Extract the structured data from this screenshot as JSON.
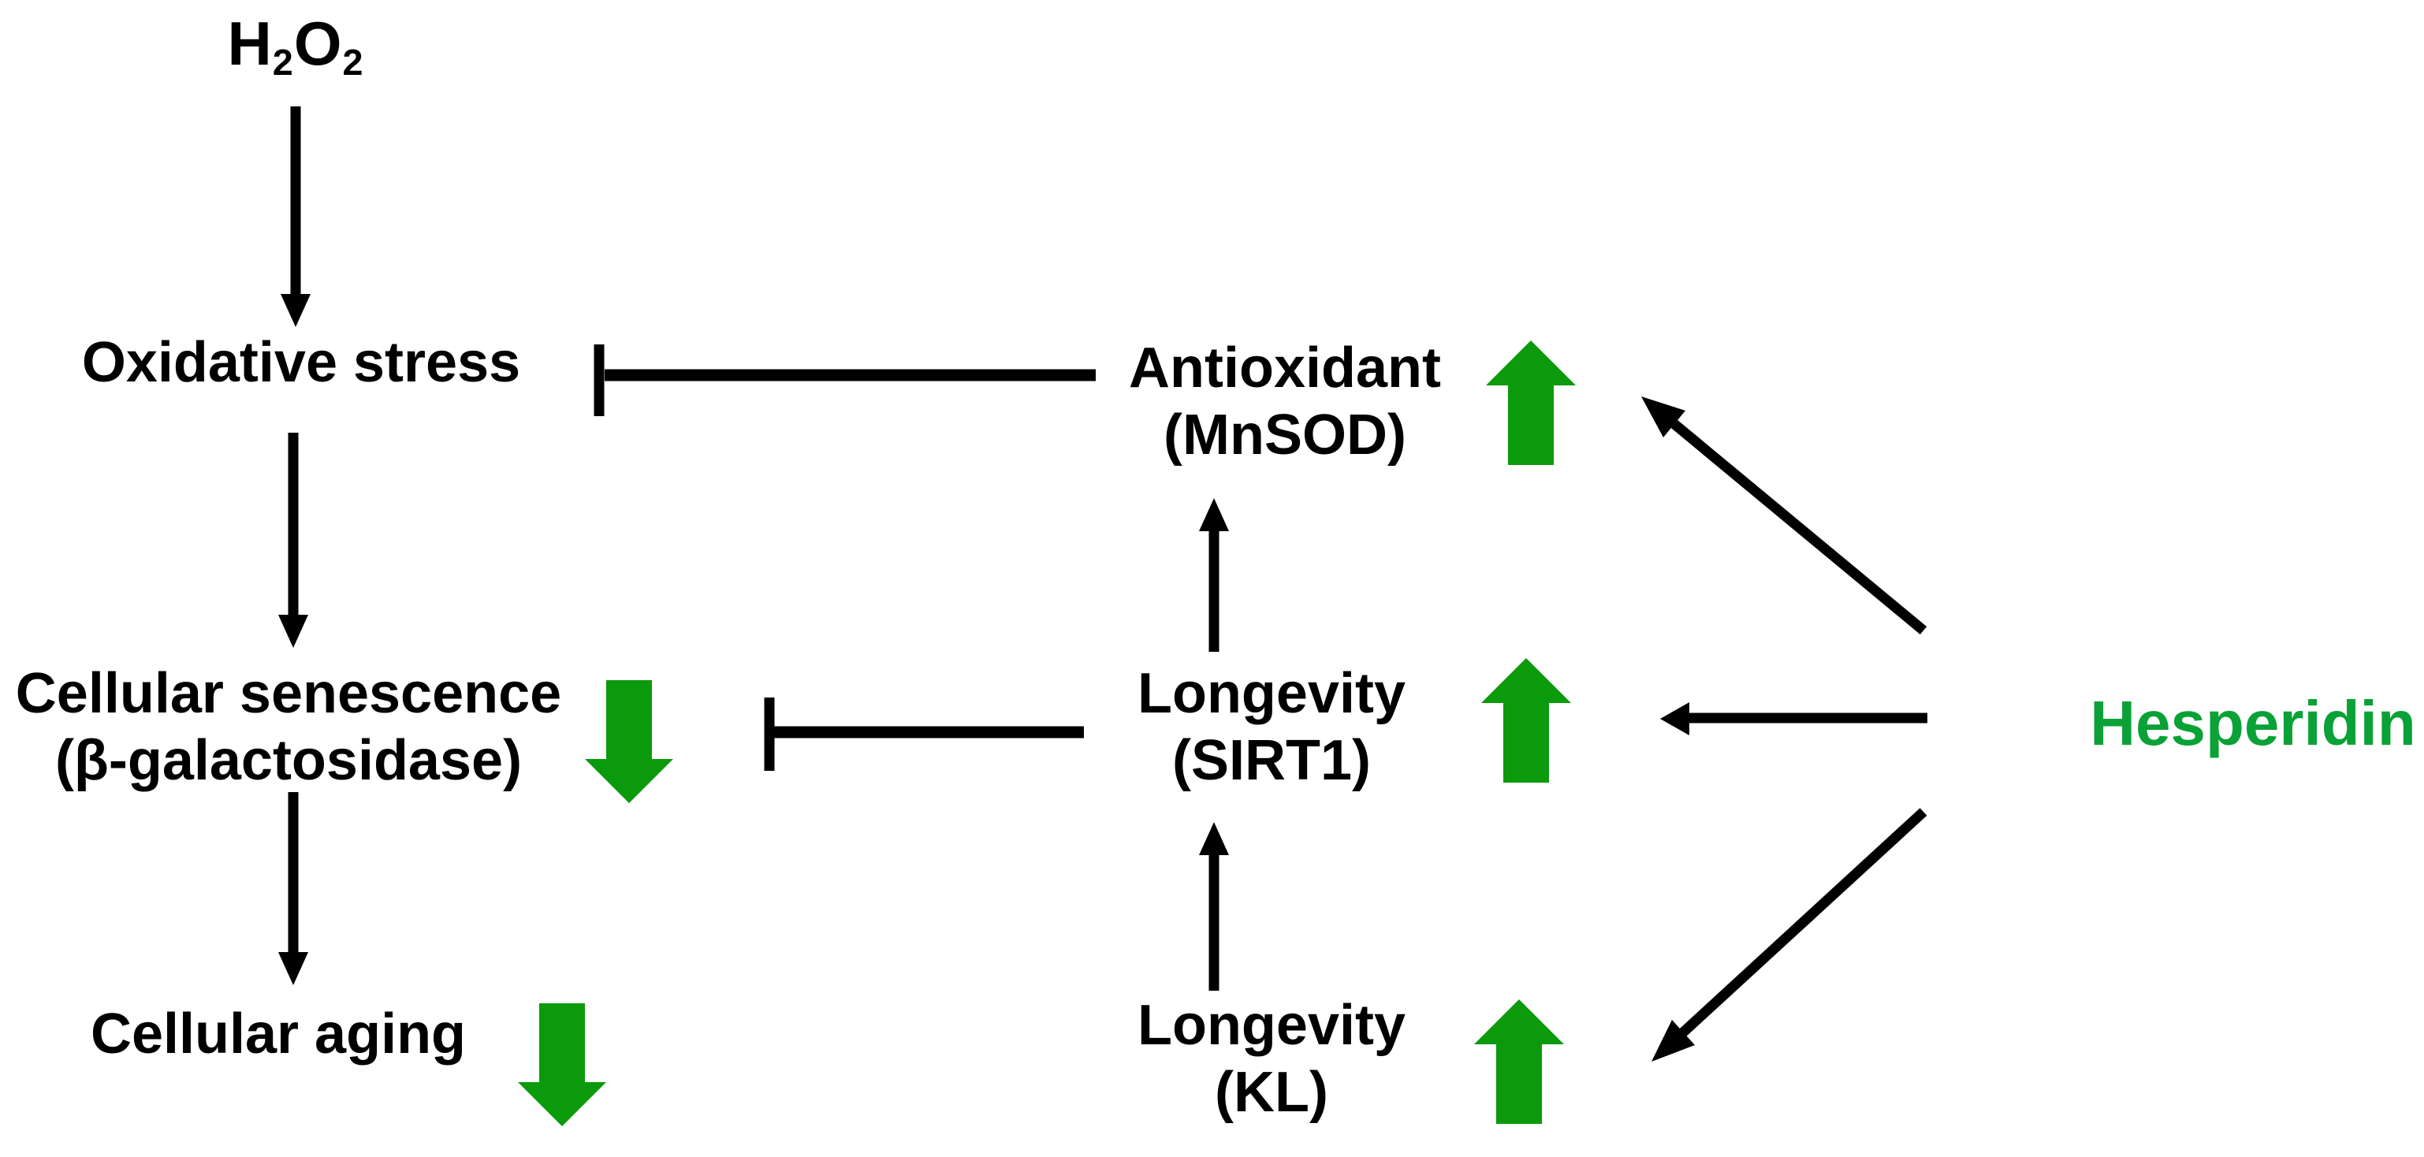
{
  "colors": {
    "ink": "#000000",
    "arrow_green": "#0b9a0b",
    "hesperidin_green": "#0aa136",
    "background": "#ffffff"
  },
  "nodes": {
    "h2o2": {
      "base1": "H",
      "sub1": "2",
      "base2": "O",
      "sub2": "2"
    },
    "oxidative_stress": {
      "label": "Oxidative stress"
    },
    "cellular_senescence": {
      "line1": "Cellular senescence",
      "line2": "(β-galactosidase)"
    },
    "cellular_aging": {
      "label": "Cellular aging"
    },
    "antioxidant": {
      "line1": "Antioxidant",
      "line2": "(MnSOD)"
    },
    "longevity_sirt1": {
      "line1": "Longevity",
      "line2": "(SIRT1)"
    },
    "longevity_kl": {
      "line1": "Longevity",
      "line2": "(KL)"
    },
    "hesperidin": {
      "label": "Hesperidin"
    }
  },
  "relationships": [
    {
      "from": "H2O2",
      "to": "Oxidative stress",
      "type": "activation"
    },
    {
      "from": "Oxidative stress",
      "to": "Cellular senescence (β-galactosidase)",
      "type": "activation"
    },
    {
      "from": "Cellular senescence (β-galactosidase)",
      "to": "Cellular aging",
      "type": "activation"
    },
    {
      "from": "Antioxidant (MnSOD)",
      "to": "Oxidative stress",
      "type": "inhibition"
    },
    {
      "from": "Longevity (SIRT1)",
      "to": "Cellular senescence (β-galactosidase)",
      "type": "inhibition"
    },
    {
      "from": "Longevity (SIRT1)",
      "to": "Antioxidant (MnSOD)",
      "type": "activation"
    },
    {
      "from": "Longevity (KL)",
      "to": "Longevity (SIRT1)",
      "type": "activation"
    },
    {
      "from": "Hesperidin",
      "to": "Antioxidant (MnSOD)",
      "type": "activation"
    },
    {
      "from": "Hesperidin",
      "to": "Longevity (SIRT1)",
      "type": "activation"
    },
    {
      "from": "Hesperidin",
      "to": "Longevity (KL)",
      "type": "activation"
    }
  ],
  "effects": [
    {
      "target": "Antioxidant (MnSOD)",
      "direction": "up"
    },
    {
      "target": "Longevity (SIRT1)",
      "direction": "up"
    },
    {
      "target": "Longevity (KL)",
      "direction": "up"
    },
    {
      "target": "Cellular senescence (β-galactosidase)",
      "direction": "down"
    },
    {
      "target": "Cellular aging",
      "direction": "down"
    }
  ]
}
